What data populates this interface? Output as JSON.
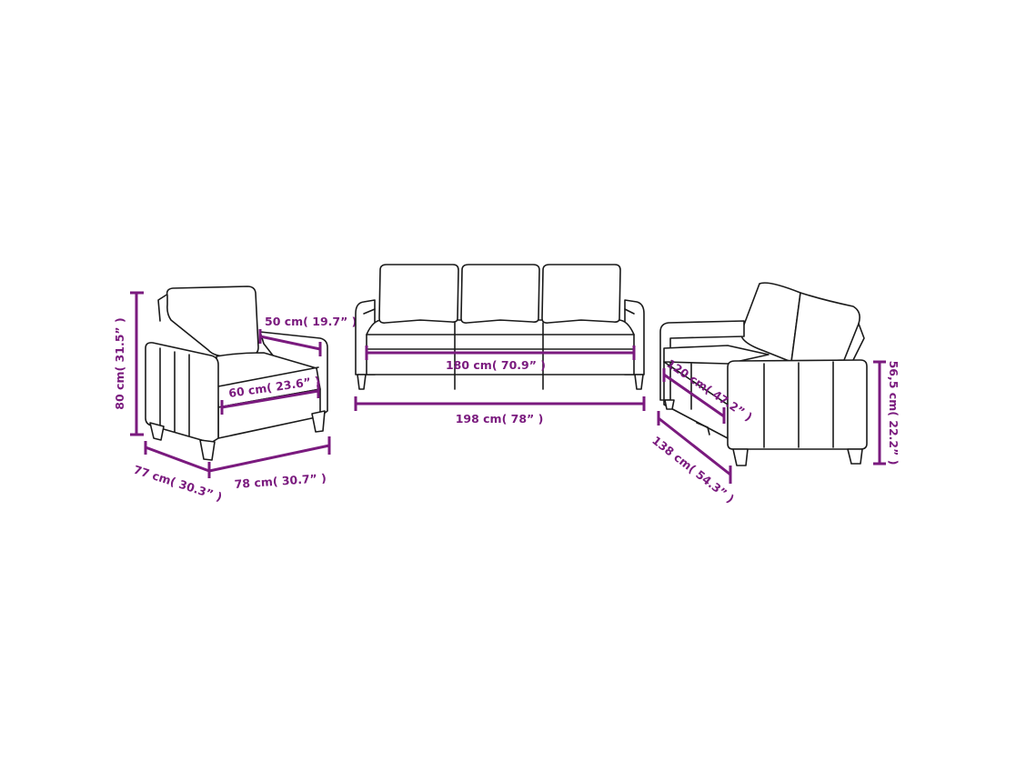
{
  "colors": {
    "dimension": "#7a1a7e",
    "outline": "#1a1a1a",
    "background": "#ffffff"
  },
  "armchair": {
    "height": "80 cm( 31.5” )",
    "arm_depth": "50 cm( 19.7” )",
    "seat_width": "60 cm( 23.6” )",
    "depth": "77 cm( 30.3” )",
    "width": "78 cm( 30.7” )"
  },
  "three_seater": {
    "seat_width": "180 cm( 70.9” )",
    "total_width": "198 cm( 78” )"
  },
  "two_seater": {
    "seat_width": "120 cm( 47.2” )",
    "total_width": "138 cm( 54.3” )",
    "arm_height": "56,5 cm( 22.2” )"
  }
}
